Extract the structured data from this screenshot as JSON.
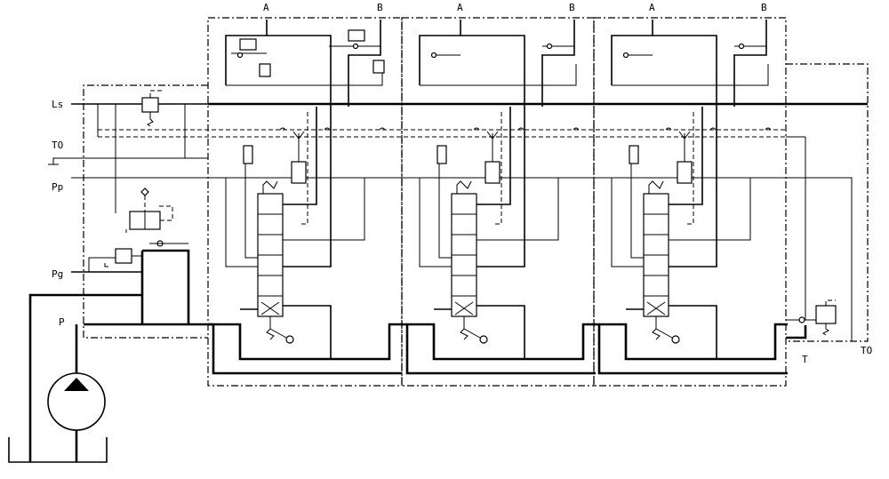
{
  "ports": {
    "ls": "Ls",
    "to_left": "TO",
    "pp": "Pp",
    "pg": "Pg",
    "p": "P",
    "t": "T",
    "to_right": "TO"
  },
  "sections": [
    {
      "a": "A",
      "b": "B"
    },
    {
      "a": "A",
      "b": "B"
    },
    {
      "a": "A",
      "b": "B"
    }
  ],
  "colors": {
    "line": "#000000",
    "background": "#ffffff"
  },
  "icons": [
    "pump-icon",
    "tank-icon",
    "relief-valve-icon",
    "spool-valve-icon",
    "check-valve-icon",
    "pressure-compensator-icon"
  ]
}
